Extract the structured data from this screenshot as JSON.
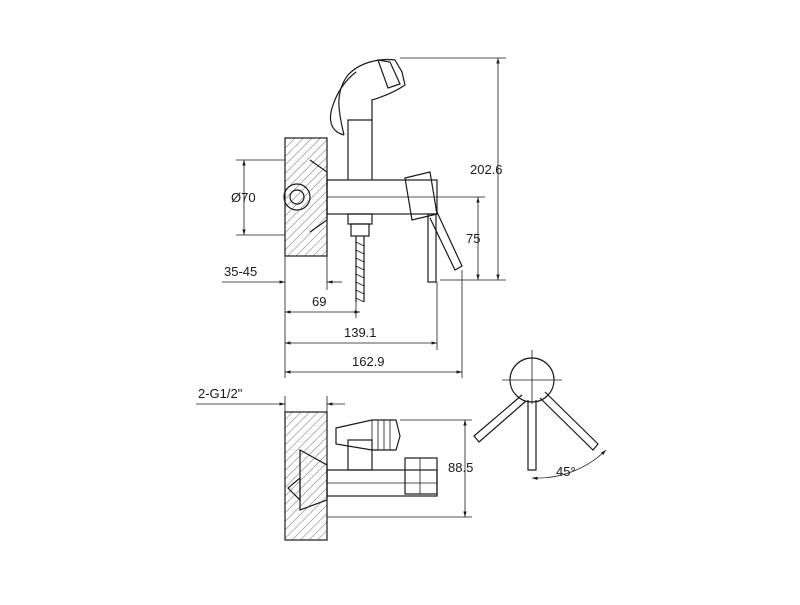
{
  "dimensions": {
    "height_total": "202.6",
    "diameter": "Ø70",
    "lever_height": "75",
    "wall_depth": "35-45",
    "depth_69": "69",
    "depth_139": "139.1",
    "depth_162": "162.9",
    "thread": "2-G1/2\"",
    "top_depth": "88.5",
    "angle": "45°"
  }
}
